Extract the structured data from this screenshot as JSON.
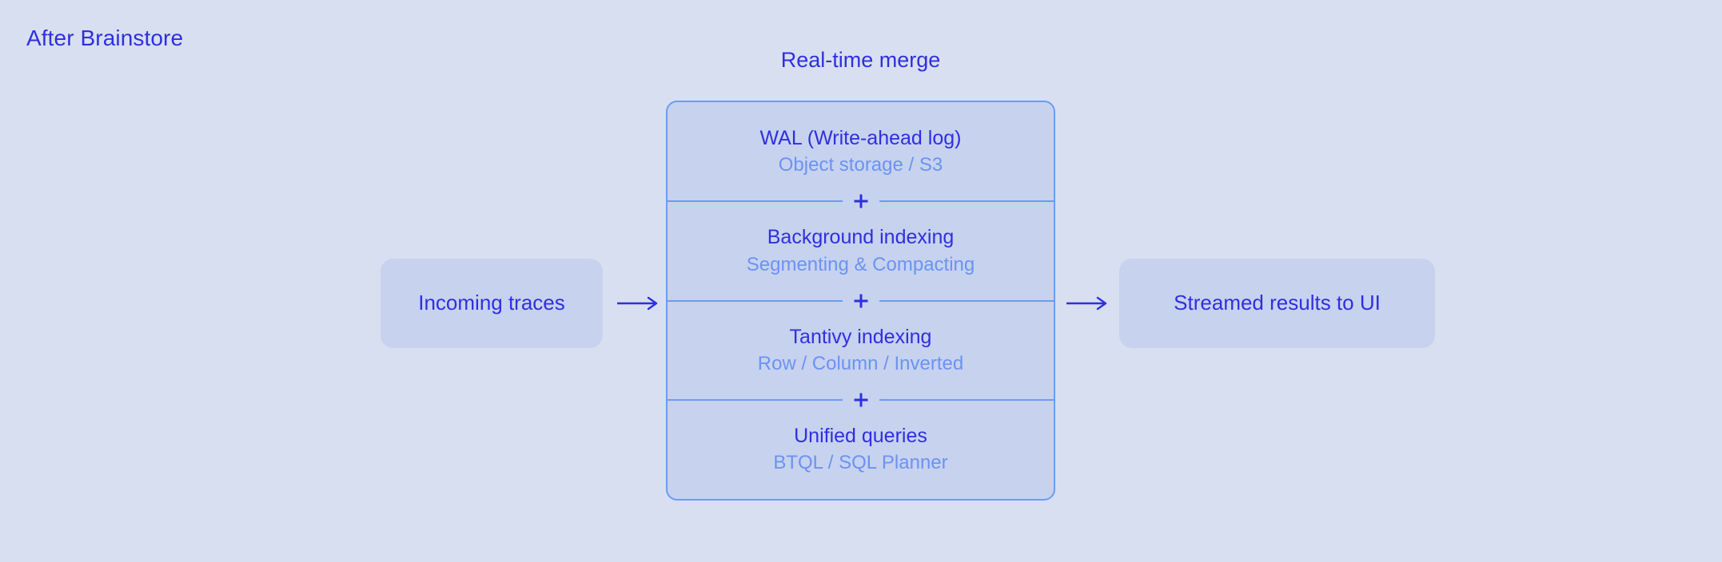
{
  "page": {
    "background_color": "#d8dff0",
    "title": "After Brainstore"
  },
  "colors": {
    "background": "#d8dff0",
    "box_fill": "#c7d2ef",
    "box_border": "#6b9bf5",
    "primary_text": "#2f2fe0",
    "secondary_text": "#6b93f2",
    "divider": "#6b9bf5"
  },
  "stack": {
    "caption": "Real-time merge",
    "separator_symbol": "+",
    "layers": [
      {
        "title": "WAL (Write-ahead log)",
        "subtitle": "Object storage / S3"
      },
      {
        "title": "Background indexing",
        "subtitle": "Segmenting & Compacting"
      },
      {
        "title": "Tantivy indexing",
        "subtitle": "Row / Column / Inverted"
      },
      {
        "title": "Unified queries",
        "subtitle": "BTQL / SQL Planner"
      }
    ]
  },
  "input_box": {
    "label": "Incoming traces"
  },
  "output_box": {
    "label": "Streamed results to UI"
  },
  "arrows": {
    "in_symbol": "⟶",
    "out_symbol": "⟶"
  }
}
